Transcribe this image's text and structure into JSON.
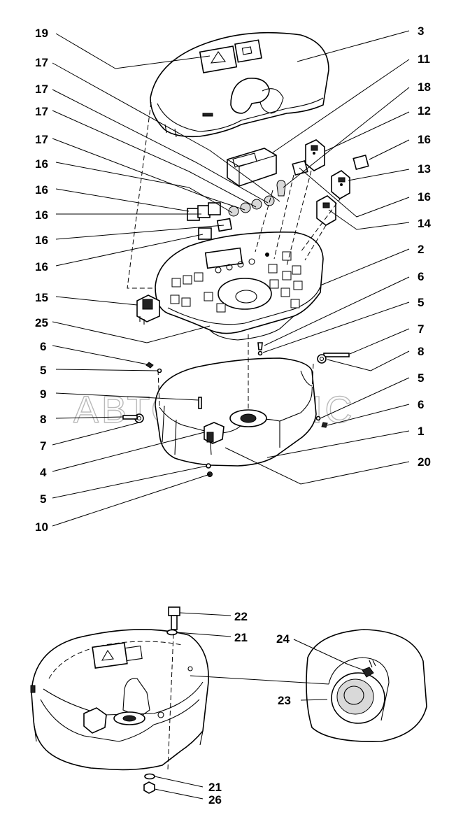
{
  "watermark": "АВТОАЛЬЯНС",
  "labels": {
    "l19": "19",
    "l3": "3",
    "l11": "11",
    "l17a": "17",
    "l17b": "17",
    "l17c": "17",
    "l17d": "17",
    "l18": "18",
    "l12": "12",
    "l16a": "16",
    "l16b": "16",
    "l16c": "16",
    "l16d": "16",
    "l16e": "16",
    "l16r1": "16",
    "l16r2": "16",
    "l13": "13",
    "l14": "14",
    "l2": "2",
    "l15": "15",
    "l6a": "6",
    "l5a": "5",
    "l25": "25",
    "l7a": "7",
    "l6b": "6",
    "l8a": "8",
    "l5b": "5",
    "l9": "9",
    "l8b": "8",
    "l5c": "5",
    "l6c": "6",
    "l1": "1",
    "l7b": "7",
    "l4": "4",
    "l20": "20",
    "l5d": "5",
    "l10": "10",
    "l22": "22",
    "l21a": "21",
    "l24": "24",
    "l23": "23",
    "l21b": "21",
    "l26": "26"
  }
}
